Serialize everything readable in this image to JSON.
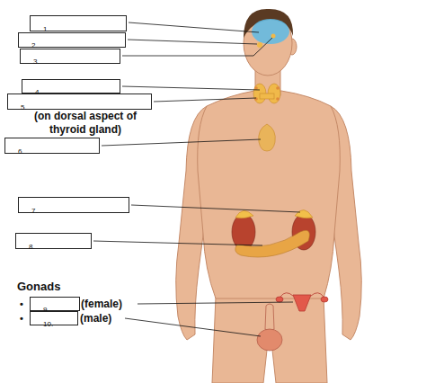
{
  "diagram": {
    "nodes": [
      {
        "text": [
          "1."
        ]
      },
      {
        "text": [
          "2."
        ]
      },
      {
        "text": [
          "3."
        ]
      },
      {
        "text": [
          "4."
        ]
      },
      {
        "text": [
          "5."
        ]
      },
      {
        "text": [
          "6."
        ]
      },
      {
        "text": [
          "7."
        ]
      },
      {
        "text": [
          "8."
        ]
      },
      {
        "text": [
          "9."
        ]
      },
      {
        "text": [
          "10."
        ]
      }
    ],
    "labels": [
      "(on dorsal aspect of thyroid gland)",
      "Gonads",
      "•",
      "(female)",
      "•",
      "(male)"
    ]
  }
}
